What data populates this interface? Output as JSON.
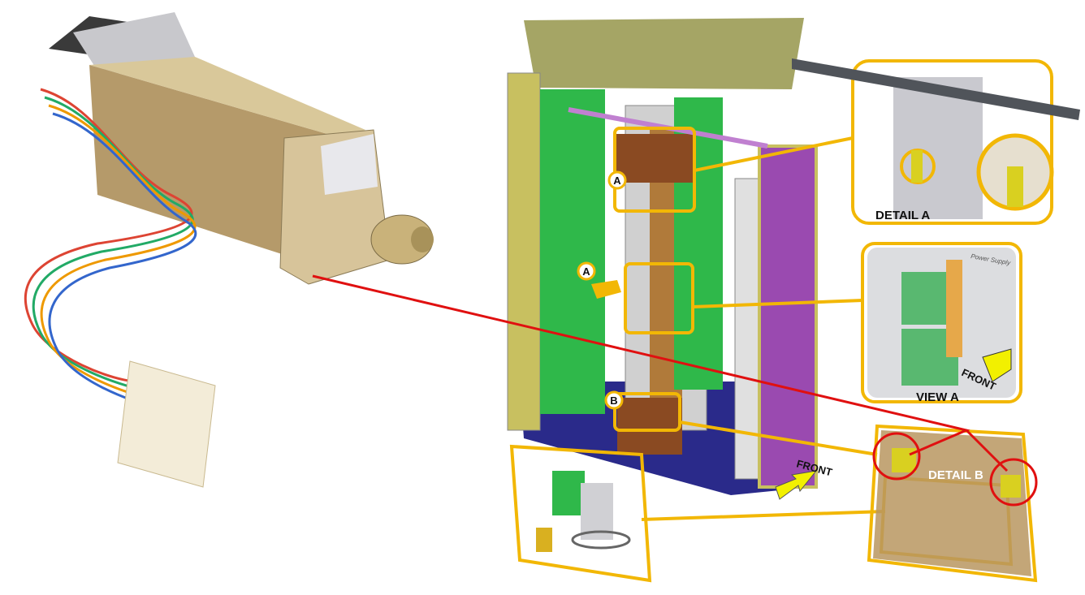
{
  "labels": {
    "detail_a": "DETAIL A",
    "view_a": "VIEW A",
    "detail_b": "DETAIL B",
    "front_main": "FRONT",
    "front_view_a": "FRONT",
    "callout_a_top": "A",
    "callout_a_side": "A",
    "callout_b": "B",
    "power_supply": "Power Supply"
  },
  "colors": {
    "highlight_frame": "#f2b705",
    "connector_line": "#e01010",
    "circuit_green": "#2fb84a",
    "frame_base": "#2a2a8a",
    "carriage_brown": "#8a4a22"
  }
}
